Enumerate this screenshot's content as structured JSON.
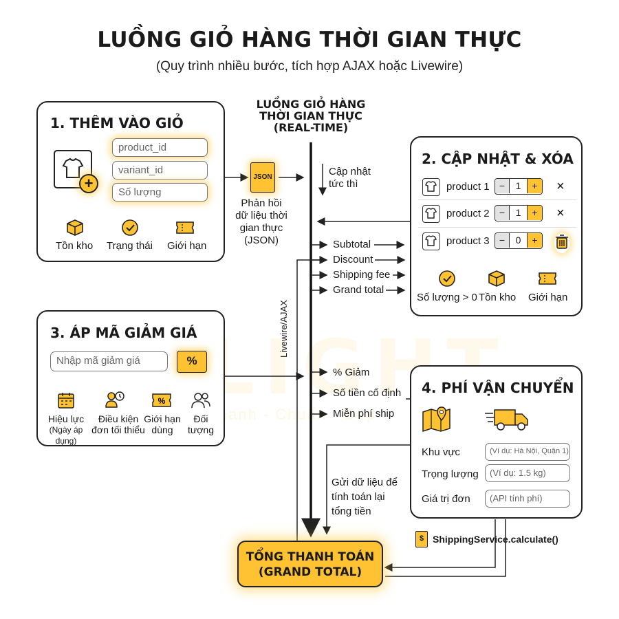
{
  "title": "LUỒNG GIỎ HÀNG THỜI GIAN THỰC",
  "subtitle": "(Quy trình nhiều bước, tích hợp AJAX hoặc Livewire)",
  "center": {
    "head_line1": "LUỒNG GIỎ HÀNG",
    "head_line2": "THỜI GIAN THỰC",
    "head_line3": "(REAL-TIME)",
    "update_line1": "Cập nhật",
    "update_line2": "tức thì",
    "json_badge": "JSON",
    "json_line1": "Phản hồi",
    "json_line2": "dữ liệu thời",
    "json_line3": "gian thực",
    "json_line4": "(JSON)",
    "vertical_label": "Livewire/AJAX",
    "outputs": [
      "Subtotal",
      "Discount",
      "Shipping fee",
      "Grand total"
    ],
    "discount_outputs": [
      "% Giảm",
      "Số tiền cố định",
      "Miễn phí ship"
    ],
    "send_line1": "Gửi dữ liệu để",
    "send_line2": "tính toán lại",
    "send_line3": "tổng tiền"
  },
  "add_to_cart": {
    "title": "1. THÊM VÀO GIỎ",
    "fields": [
      "product_id",
      "variant_id",
      "Số lượng"
    ],
    "icons": [
      {
        "icon": "box-icon",
        "label": "Tồn kho"
      },
      {
        "icon": "check-circle-icon",
        "label": "Trạng thái"
      },
      {
        "icon": "ticket-icon",
        "label": "Giới hạn"
      }
    ]
  },
  "update_delete": {
    "title": "2. CẬP NHẬT & XÓA",
    "products": [
      {
        "name": "product 1",
        "qty": "1",
        "action": "×"
      },
      {
        "name": "product 2",
        "qty": "1",
        "action": "×"
      },
      {
        "name": "product 3",
        "qty": "0",
        "action": "trash"
      }
    ],
    "icons": [
      {
        "icon": "check-circle-icon",
        "label": "Số lượng > 0"
      },
      {
        "icon": "box-icon",
        "label": "Tồn kho"
      },
      {
        "icon": "ticket-icon",
        "label": "Giới hạn"
      }
    ]
  },
  "coupon": {
    "title": "3. ÁP MÃ GIẢM GIÁ",
    "placeholder": "Nhập mã giảm giá",
    "icons": [
      {
        "icon": "calendar-icon",
        "label1": "Hiệu lực",
        "label2": "(Ngày áp",
        "label3": "dụng)"
      },
      {
        "icon": "user-clock-icon",
        "label1": "Điều kiện",
        "label2": "đơn tối thiểu",
        "label3": ""
      },
      {
        "icon": "percent-ticket-icon",
        "label1": "Giới hạn",
        "label2": "dùng",
        "label3": ""
      },
      {
        "icon": "users-icon",
        "label1": "Đối",
        "label2": "tượng",
        "label3": ""
      }
    ]
  },
  "shipping": {
    "title": "4. PHÍ VẬN CHUYỂN",
    "rows": [
      {
        "label": "Khu vực",
        "placeholder": "(Ví dụ: Hà Nội, Quận 1)"
      },
      {
        "label": "Trọng lượng",
        "placeholder": "(Ví dụ: 1.5 kg)"
      },
      {
        "label": "Giá trị đơn",
        "placeholder": "(API tính phí)"
      }
    ],
    "service": "ShippingService.calculate()"
  },
  "grand_total": {
    "line1": "TỔNG THANH TOÁN",
    "line2": "(GRAND TOTAL)"
  },
  "watermark": {
    "brand": "LIGHT",
    "tagline": "Nhanh - Chuẩn - Đẹp"
  },
  "colors": {
    "accent": "#ffc233",
    "stroke": "#222222"
  }
}
